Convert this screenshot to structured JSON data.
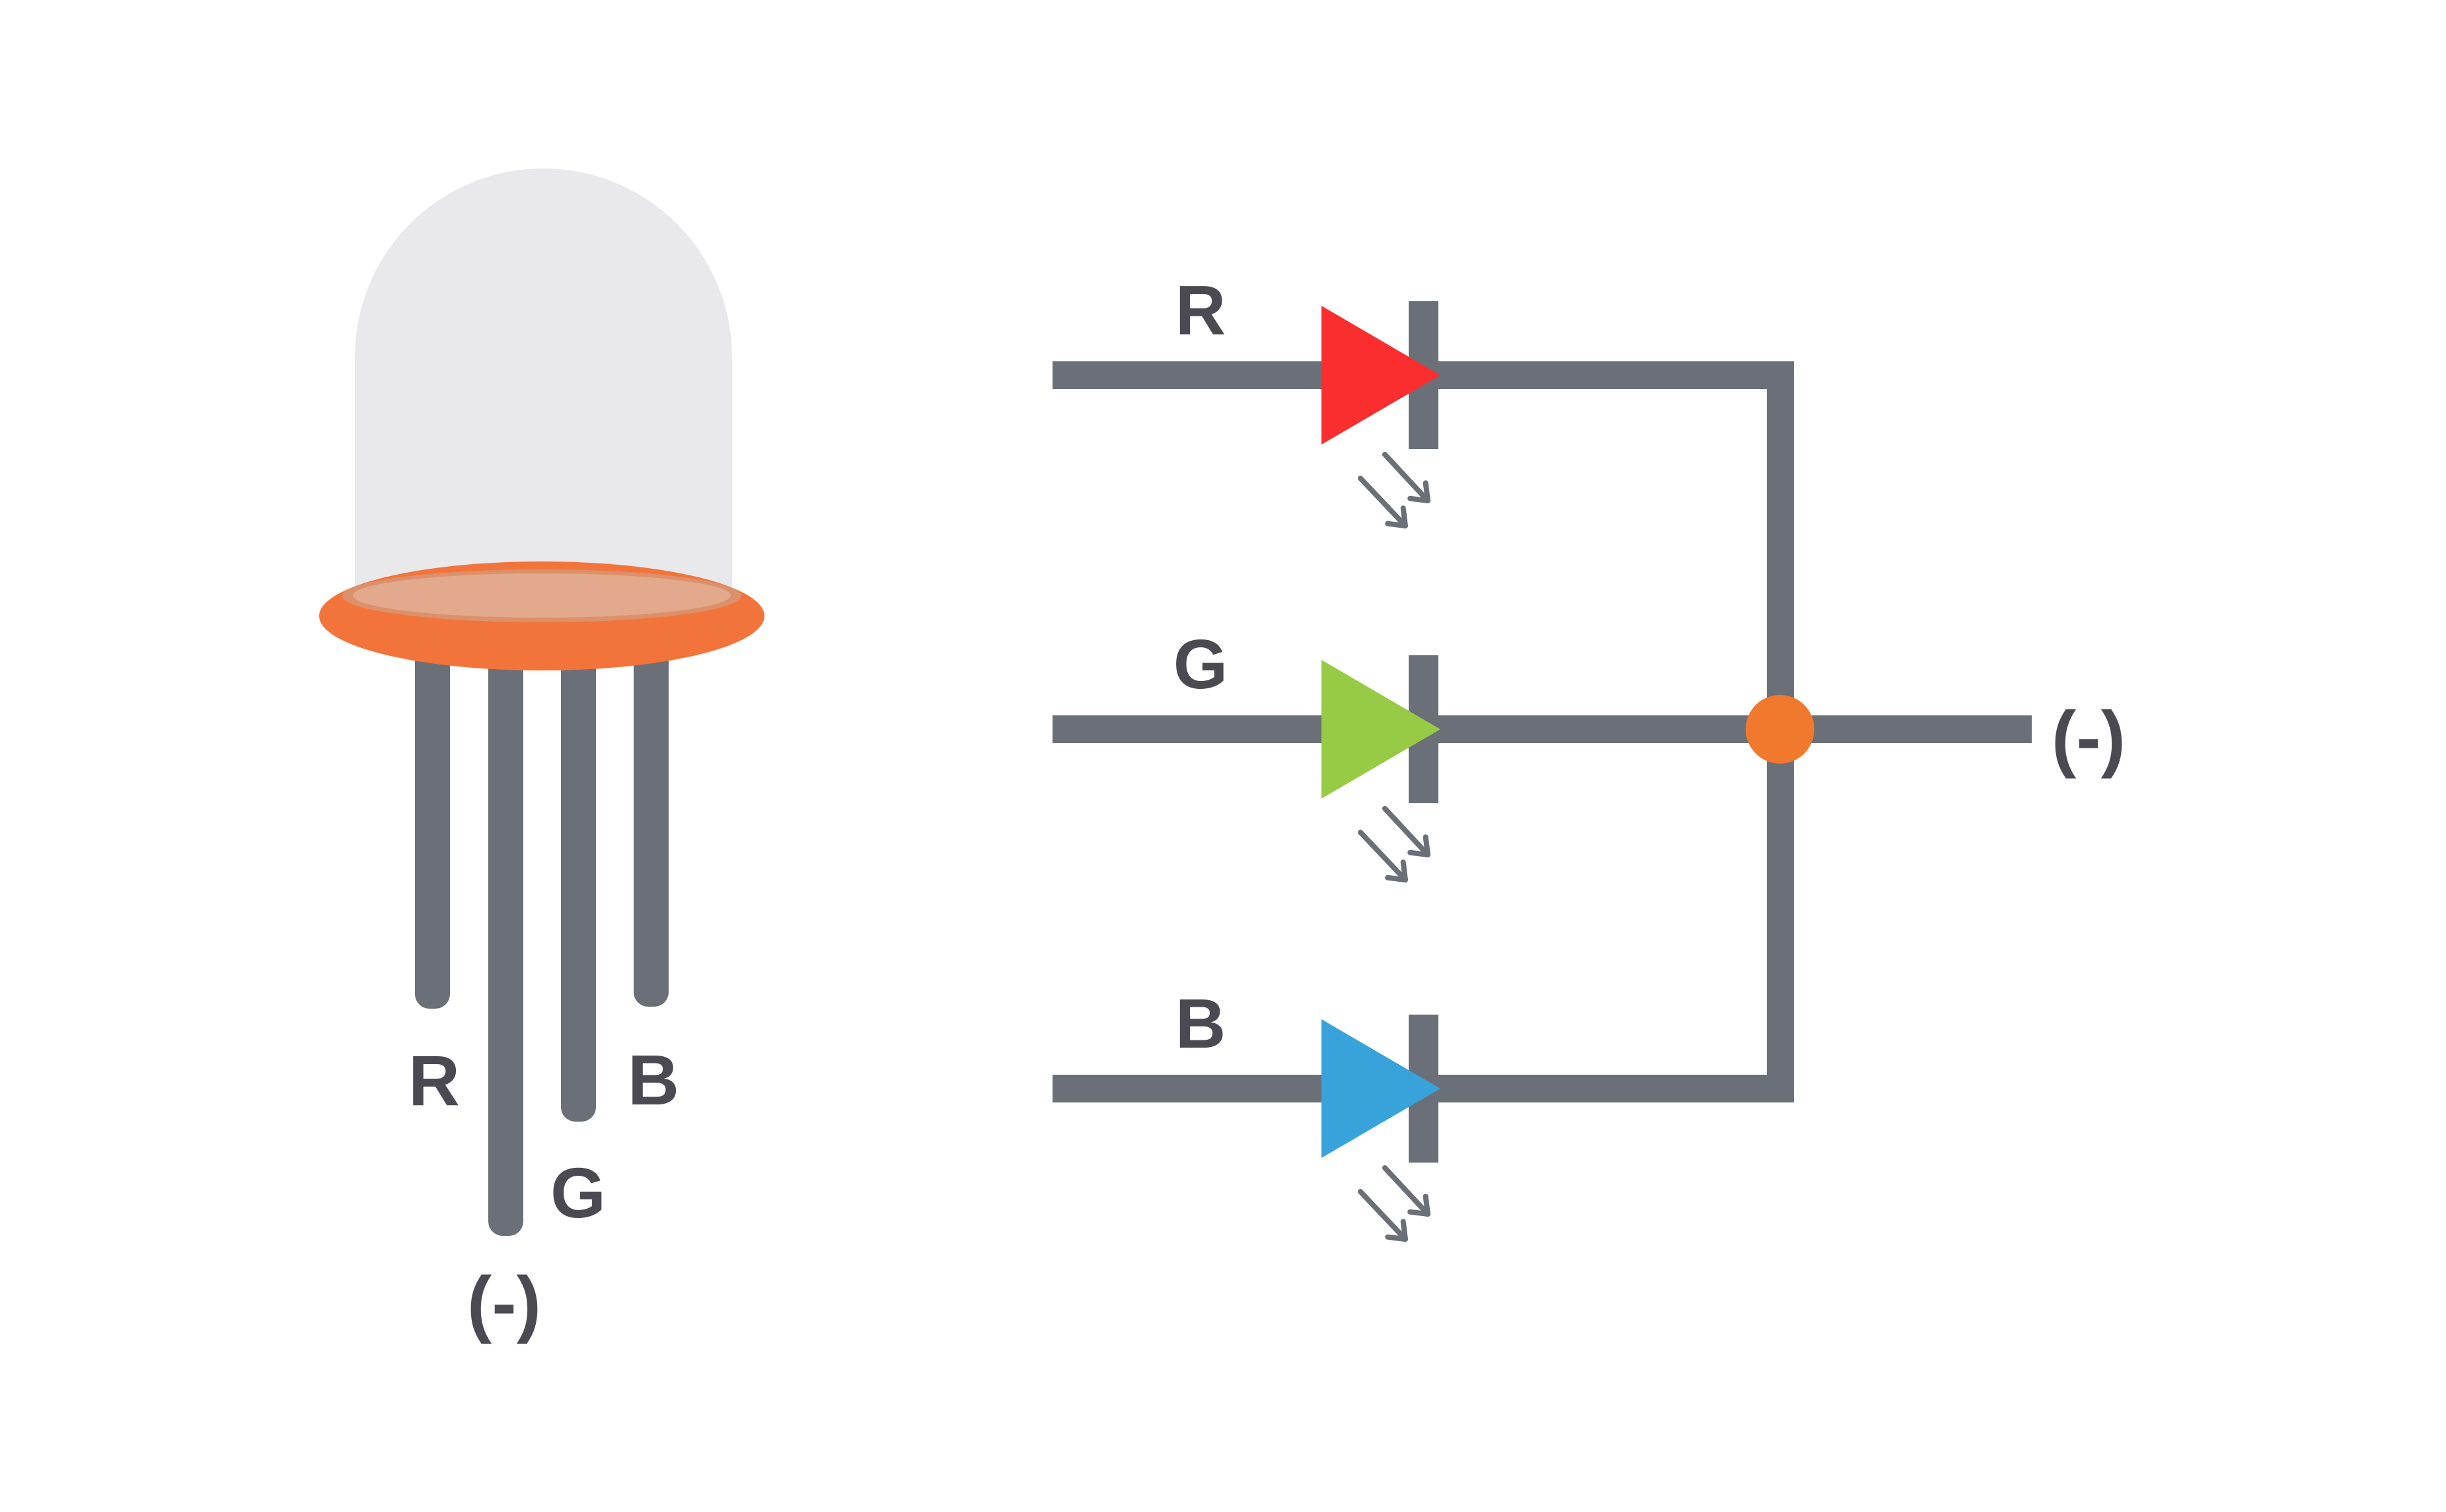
{
  "page": {
    "background_color": "#FFFFFF",
    "text_color": "#4B4A52"
  },
  "led_illustration": {
    "description": "RGB LED component with four legs",
    "dome_color": "#E9E9EB",
    "base_color": "#F2743A",
    "base_top_color": "#DC916B",
    "base_top_highlight_color": "#E2A98C",
    "leg_color": "#6B6F77",
    "pins": [
      {
        "id": "red",
        "label": "R"
      },
      {
        "id": "cathode",
        "label": "(-)"
      },
      {
        "id": "green",
        "label": "G"
      },
      {
        "id": "blue",
        "label": "B"
      }
    ]
  },
  "schematic": {
    "description": "Common-cathode wiring of three LEDs",
    "wire_color": "#6B6F77",
    "cathode_bar_color": "#6B6F77",
    "arrow_color": "#6B6F77",
    "junction_color": "#F0792E",
    "common_label": "(-)",
    "branches": [
      {
        "id": "red",
        "label": "R",
        "led_color": "#FA2E2E"
      },
      {
        "id": "green",
        "label": "G",
        "led_color": "#97CA45"
      },
      {
        "id": "blue",
        "label": "B",
        "led_color": "#38A3DB"
      }
    ]
  }
}
